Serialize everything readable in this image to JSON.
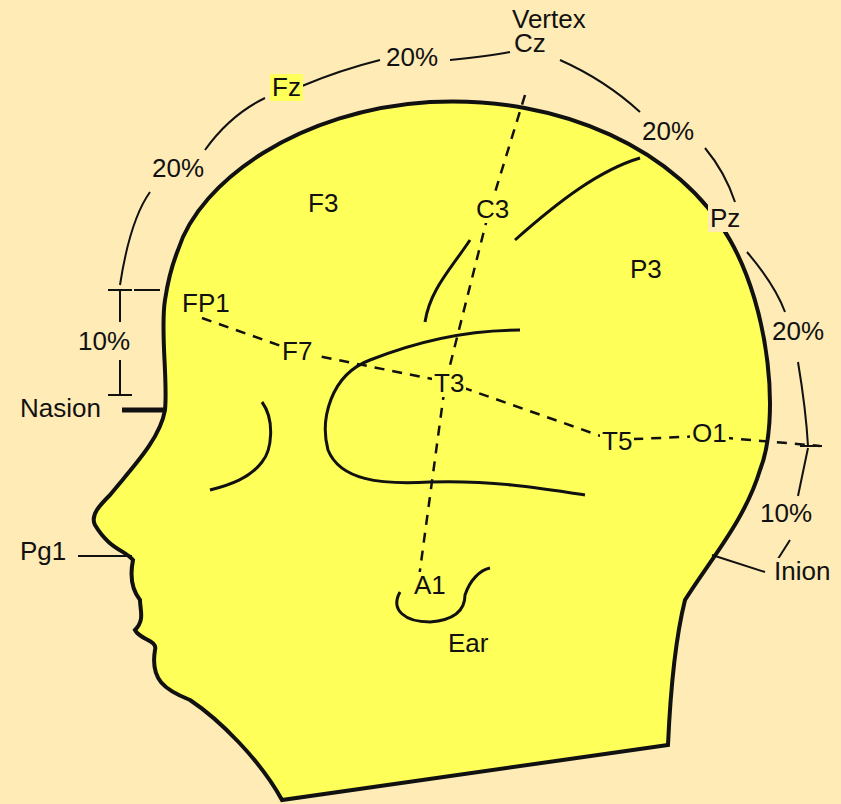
{
  "diagram": {
    "labels": [
      "Vertex",
      "20%",
      "Fz",
      "Cz",
      "20%",
      "20%",
      "F3",
      "C3",
      "Pz",
      "P3",
      "FP1",
      "10%",
      "20%",
      "Nasion",
      "F7",
      "T3",
      "T5",
      "O1",
      "10%",
      "Inion",
      "Pg1",
      "A1",
      "Ear"
    ]
  }
}
